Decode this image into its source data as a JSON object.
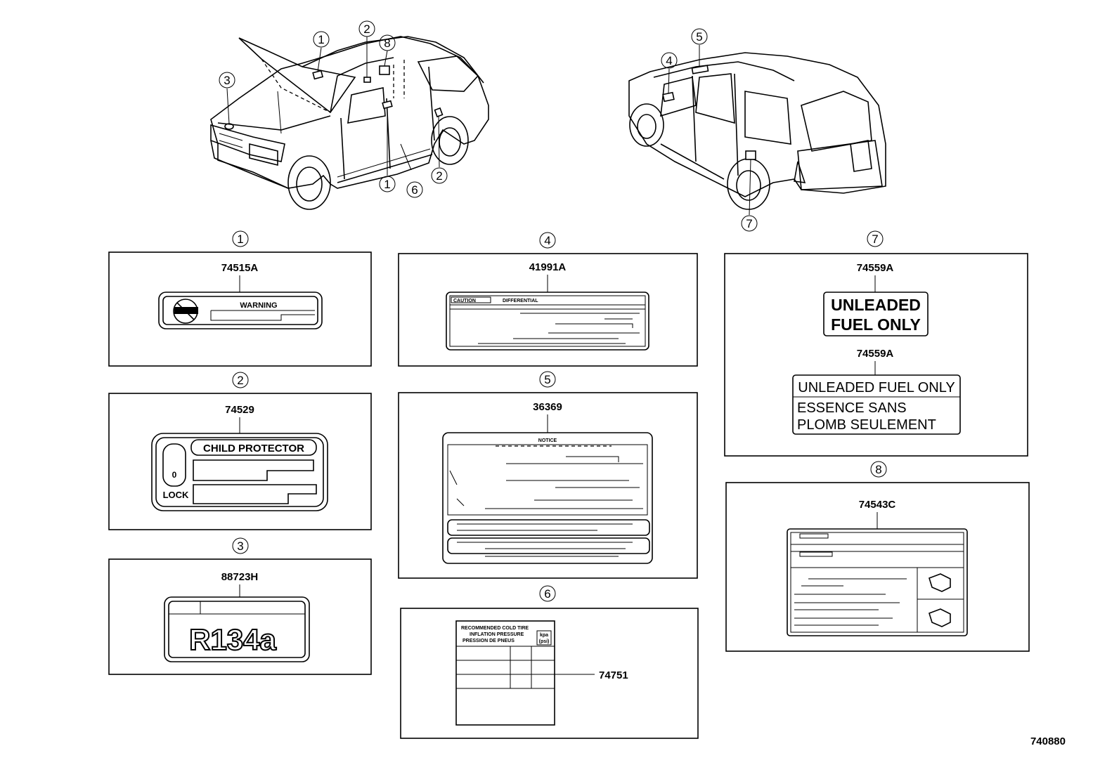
{
  "diagram_id": "740880",
  "callouts": [
    "1",
    "2",
    "3",
    "4",
    "5",
    "6",
    "7",
    "8"
  ],
  "panels": {
    "p1": {
      "number": "1",
      "part": "74515A",
      "label_text": "WARNING"
    },
    "p2": {
      "number": "2",
      "part": "74529",
      "title": "CHILD PROTECTOR",
      "lock": "LOCK",
      "lock_symbol": "0"
    },
    "p3": {
      "number": "3",
      "part": "88723H",
      "text": "R134a"
    },
    "p4": {
      "number": "4",
      "part": "41991A",
      "head1": "CAUTION",
      "head2": "DIFFERENTIAL"
    },
    "p5": {
      "number": "5",
      "part": "36369",
      "head": "NOTICE"
    },
    "p6": {
      "number": "6",
      "part": "74751",
      "lines": [
        "RECOMMENDED COLD TIRE",
        "INFLATION PRESSURE",
        "PRESSION DE PNEUS"
      ],
      "units": [
        "kpa",
        "(psi)"
      ]
    },
    "p7": {
      "number": "7",
      "part_a": "74559A",
      "part_b": "74559A",
      "a_line1": "UNLEADED",
      "a_line2": "FUEL ONLY",
      "b_line1": "UNLEADED FUEL ONLY",
      "b_line2": "ESSENCE   SANS",
      "b_line3": "PLOMB  SEULEMENT"
    },
    "p8": {
      "number": "8",
      "part": "74543C"
    }
  }
}
